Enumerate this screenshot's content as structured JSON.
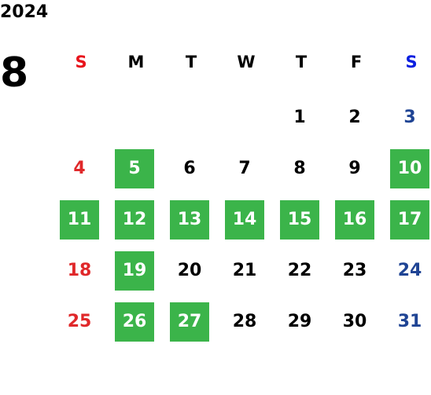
{
  "calendar": {
    "year": "2024",
    "month": "8",
    "weekdays": [
      "S",
      "M",
      "T",
      "W",
      "T",
      "F",
      "S"
    ],
    "weeks": [
      [
        "",
        "",
        "",
        "",
        "1",
        "2",
        "3"
      ],
      [
        "4",
        "5",
        "6",
        "7",
        "8",
        "9",
        "10"
      ],
      [
        "11",
        "12",
        "13",
        "14",
        "15",
        "16",
        "17"
      ],
      [
        "18",
        "19",
        "20",
        "21",
        "22",
        "23",
        "24"
      ],
      [
        "25",
        "26",
        "27",
        "28",
        "29",
        "30",
        "31"
      ]
    ],
    "highlighted_days": [
      "5",
      "10",
      "11",
      "12",
      "13",
      "14",
      "15",
      "16",
      "17",
      "19",
      "26",
      "27"
    ]
  },
  "colors": {
    "highlight_bg": "#3bb44a",
    "highlight_text": "#ffffff",
    "sunday_header": "#e8141c",
    "saturday_header": "#0a1fe0",
    "sunday_day": "#e0282a",
    "saturday_day": "#1f4494",
    "default_text": "#000000"
  }
}
